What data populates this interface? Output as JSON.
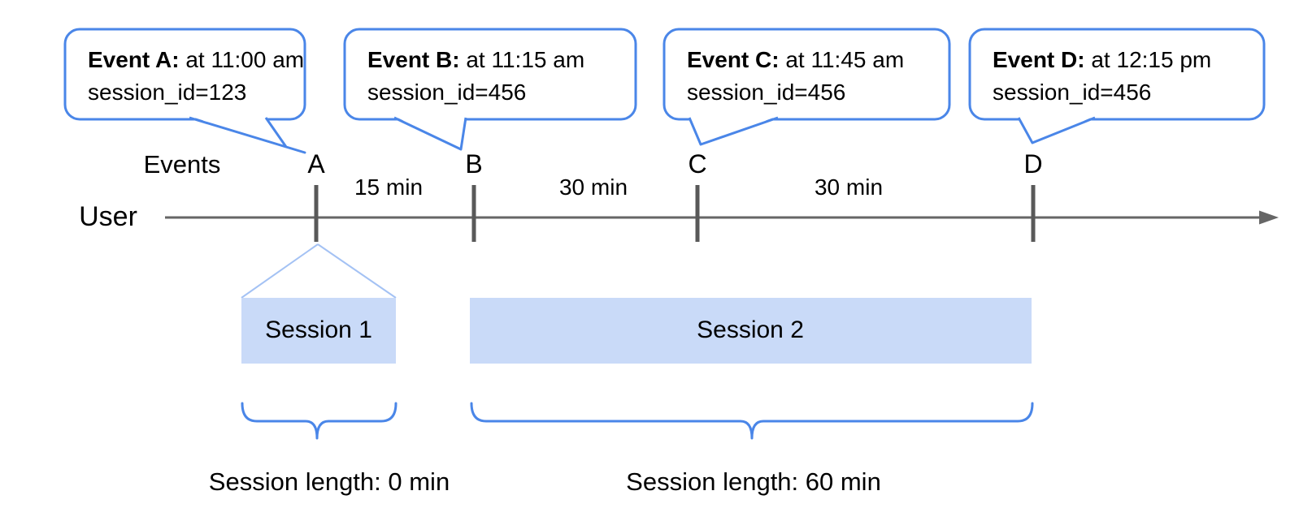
{
  "diagram": {
    "axis_label": "User",
    "events_label": "Events",
    "callouts": [
      {
        "marker": "A",
        "title": "Event A:",
        "detail": "at 11:00 am",
        "session_id": "session_id=123"
      },
      {
        "marker": "B",
        "title": "Event B:",
        "detail": "at 11:15 am",
        "session_id": "session_id=456"
      },
      {
        "marker": "C",
        "title": "Event C:",
        "detail": "at 11:45 am",
        "session_id": "session_id=456"
      },
      {
        "marker": "D",
        "title": "Event D:",
        "detail": "at 12:15 pm",
        "session_id": "session_id=456"
      }
    ],
    "intervals": [
      {
        "label": "15 min"
      },
      {
        "label": "30 min"
      },
      {
        "label": "30 min"
      }
    ],
    "sessions": [
      {
        "name": "Session 1",
        "length_label": "Session length: 0 min"
      },
      {
        "name": "Session 2",
        "length_label": "Session length: 60 min"
      }
    ],
    "colors": {
      "callout_border_blue": "#4a86e8",
      "funnel_light_blue": "#a4c2f4",
      "session_box_fill": "#c9daf8",
      "timeline_gray": "#666666",
      "tick_gray": "#595959",
      "text_black": "#000000"
    }
  }
}
